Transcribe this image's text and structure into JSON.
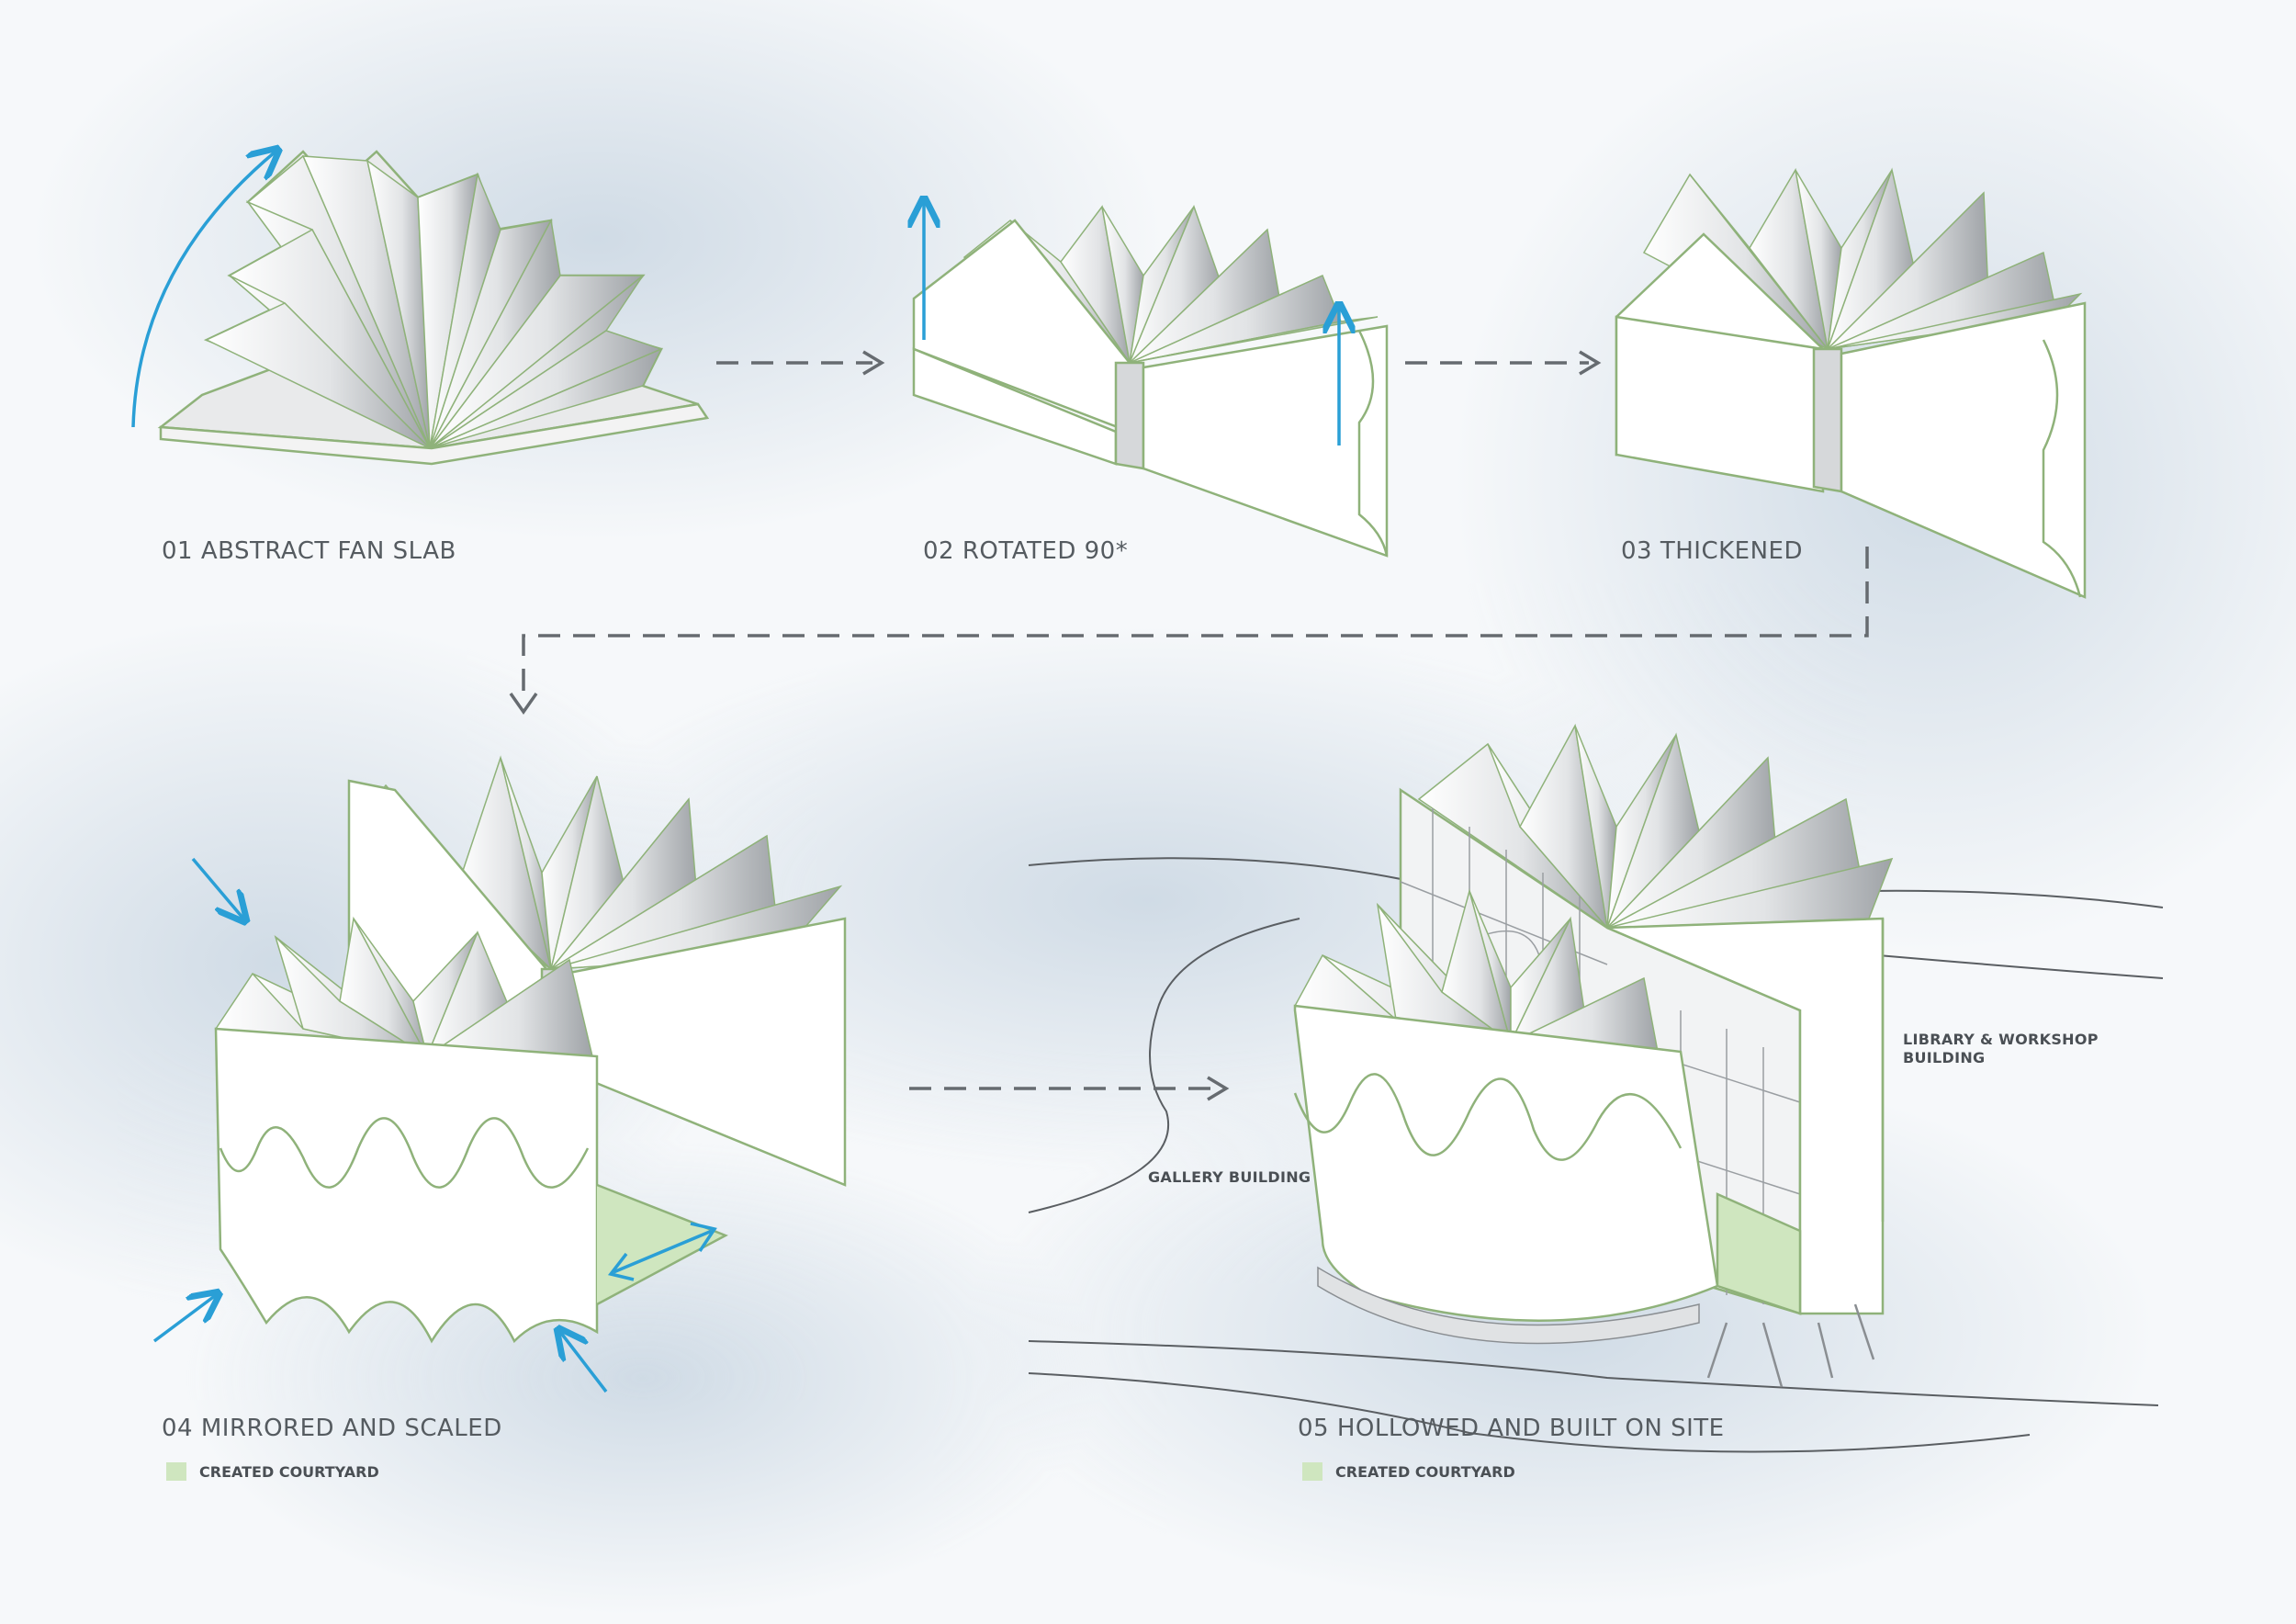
{
  "steps": [
    {
      "label": "01 ABSTRACT FAN SLAB"
    },
    {
      "label": "02 ROTATED 90*"
    },
    {
      "label": "03 THICKENED"
    },
    {
      "label": "04 MIRRORED AND SCALED"
    },
    {
      "label": "05 HOLLOWED AND BUILT ON SITE"
    }
  ],
  "legend": {
    "courtyard": "CREATED COURTYARD"
  },
  "annotations": {
    "gallery": "GALLERY BUILDING",
    "library_line1": "LIBRARY & WORKSHOP",
    "library_line2": "BUILDING"
  },
  "colors": {
    "accent_arrow": "#2a9fd6",
    "outline": "#8fb27a",
    "courtyard": "#cfe6bf",
    "dash_arrow": "#666b70"
  }
}
